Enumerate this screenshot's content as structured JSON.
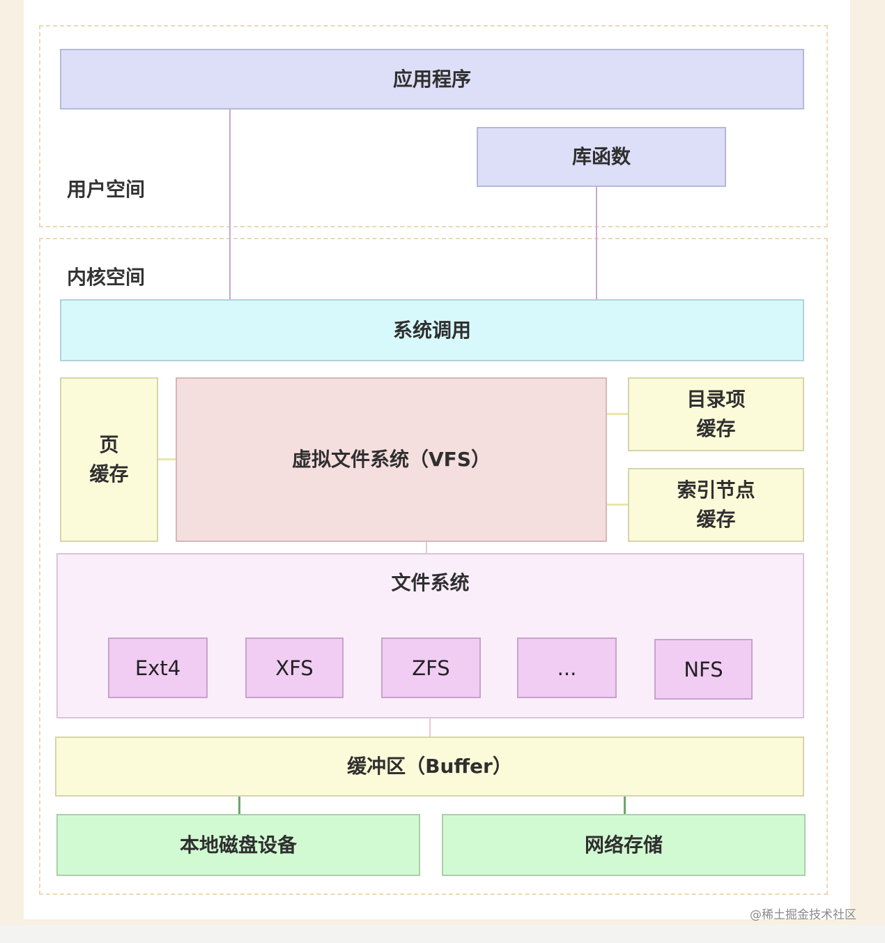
{
  "zones": {
    "user_space_label": "用户空间",
    "kernel_space_label": "内核空间"
  },
  "boxes": {
    "application": "应用程序",
    "library_functions": "库函数",
    "system_call": "系统调用",
    "page_cache_line1": "页",
    "page_cache_line2": "缓存",
    "vfs": "虚拟文件系统（VFS）",
    "dentry_cache_line1": "目录项",
    "dentry_cache_line2": "缓存",
    "inode_cache_line1": "索引节点",
    "inode_cache_line2": "缓存",
    "file_system": "文件系统",
    "buffer": "缓冲区（Buffer）",
    "local_disk": "本地磁盘设备",
    "network_storage": "网络存储"
  },
  "file_systems": [
    "Ext4",
    "XFS",
    "ZFS",
    "...",
    "NFS"
  ],
  "watermark": "@稀土掘金技术社区",
  "colors": {
    "user_box": "#dddef7",
    "syscall_box": "#d8f9fc",
    "cache_box": "#fcfbd9",
    "vfs_box": "#f5dede",
    "fs_container": "#faeefb",
    "fs_item": "#f1ccf3",
    "storage_box": "#d2fad2"
  }
}
